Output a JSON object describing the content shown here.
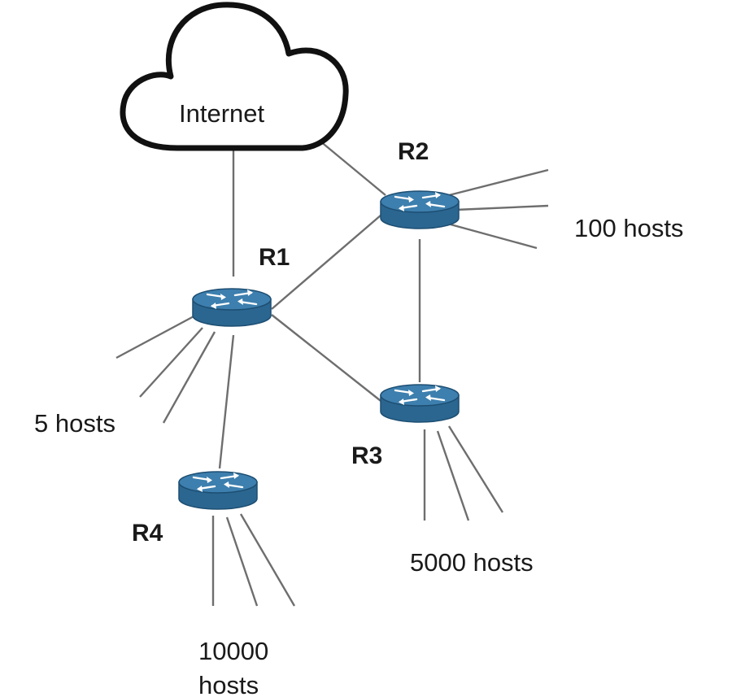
{
  "cloud": {
    "label": "Internet"
  },
  "routers": [
    {
      "id": "r1",
      "label": "R1"
    },
    {
      "id": "r2",
      "label": "R2"
    },
    {
      "id": "r3",
      "label": "R3"
    },
    {
      "id": "r4",
      "label": "R4"
    }
  ],
  "links": [
    [
      "internet",
      "r1"
    ],
    [
      "internet",
      "r2"
    ],
    [
      "r1",
      "r2"
    ],
    [
      "r1",
      "r3"
    ],
    [
      "r1",
      "r4"
    ],
    [
      "r2",
      "r3"
    ]
  ],
  "host_groups": [
    {
      "router": "r2",
      "label": "100 hosts"
    },
    {
      "router": "r1",
      "label": "5 hosts"
    },
    {
      "router": "r3",
      "label": "5000 hosts"
    },
    {
      "router": "r4",
      "label_line1": "10000",
      "label_line2": "hosts"
    }
  ],
  "colors": {
    "router_top": "#3d7fae",
    "router_body": "#2b6690",
    "router_edge": "#1d4e72",
    "router_arrow": "#ffffff",
    "link": "#6e6e6e",
    "cloud_stroke": "#111111",
    "text": "#1a1a1a"
  },
  "icons": {
    "router": "router-icon",
    "cloud": "cloud-icon"
  }
}
